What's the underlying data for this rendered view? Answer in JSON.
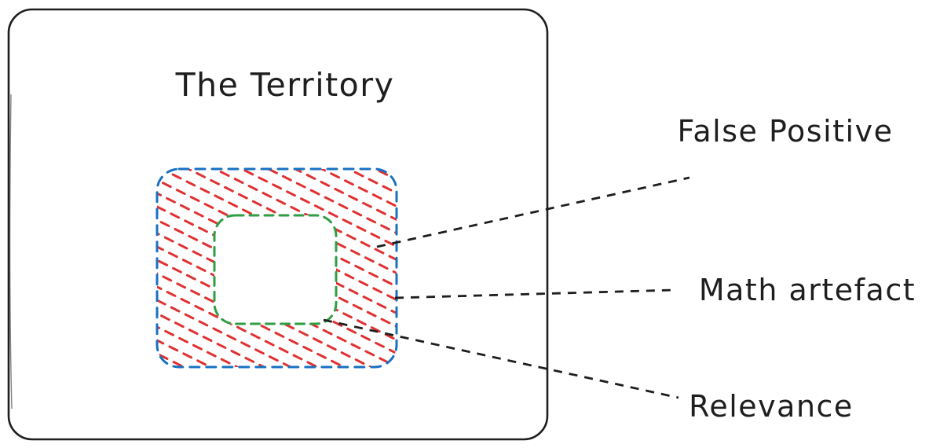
{
  "diagram": {
    "title": "The Territory",
    "labels": {
      "false_positive": "False Positive",
      "math_artefact": "Math artefact",
      "relevance": "Relevance"
    }
  },
  "colors": {
    "ink": "#1e1e1e",
    "blue": "#1971c2",
    "green": "#2f9e44",
    "red": "#e03131",
    "background": "#ffffff"
  }
}
